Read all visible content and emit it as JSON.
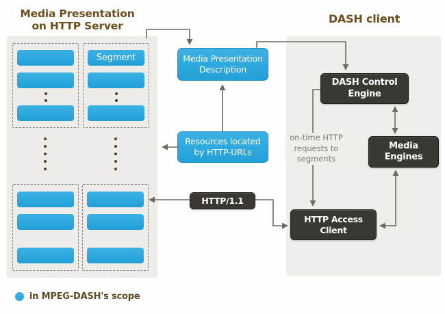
{
  "titles": {
    "server_line1": "Media Presentation",
    "server_line2": "on HTTP Server",
    "client": "DASH client"
  },
  "server_panel": {
    "segment_label": "Segment"
  },
  "boxes": {
    "mpd": {
      "line1": "Media Presentation",
      "line2": "Description"
    },
    "resources": {
      "line1": "Resources located",
      "line2": "by HTTP-URLs"
    },
    "http11": "HTTP/1.1",
    "dash_control": {
      "line1": "DASH Control",
      "line2": "Engine"
    },
    "media_engines": "Media Engines",
    "http_access": "HTTP Access Client"
  },
  "annotations": {
    "requests_note": {
      "line1": "on-time HTTP",
      "line2": "requests to",
      "line3": "segments"
    }
  },
  "legend": {
    "label": "in MPEG-DASH's scope"
  },
  "colors": {
    "accent_blue": "#2CA8DE",
    "dark_box": "#3B3733",
    "title_brown": "#6B4E1E",
    "arrow_gray": "#6E6A66"
  }
}
